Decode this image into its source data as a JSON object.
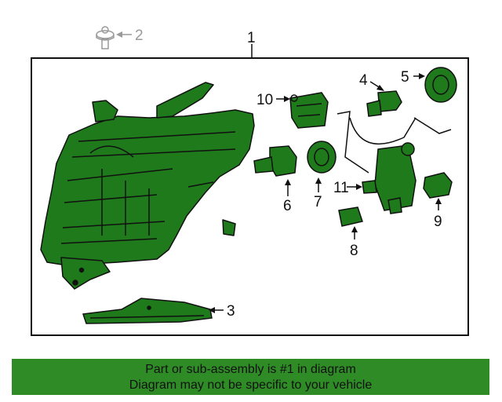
{
  "callouts": {
    "c1": "1",
    "c2": "2",
    "c3": "3",
    "c4": "4",
    "c5": "5",
    "c6": "6",
    "c7": "7",
    "c8": "8",
    "c9": "9",
    "c10": "10",
    "c11": "11"
  },
  "banner": {
    "line1": "Part or sub-assembly is #1 in diagram",
    "line2": "Diagram may not be specific to your vehicle"
  },
  "colors": {
    "part_fill": "#1f7a1c",
    "banner_bg": "#2e8b26",
    "outline": "#111111"
  }
}
